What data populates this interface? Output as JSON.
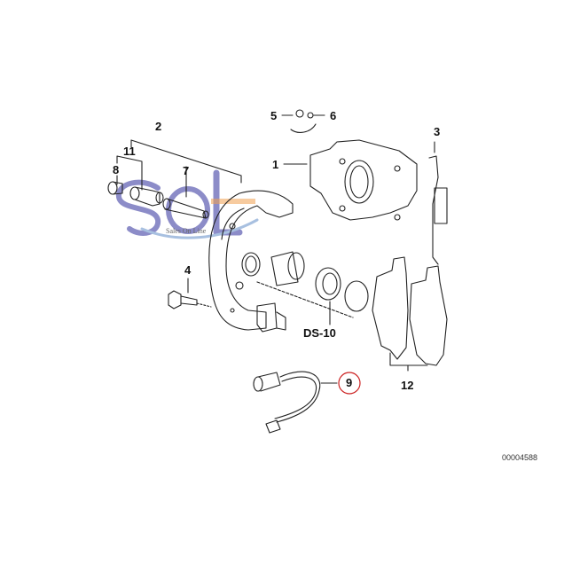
{
  "diagram": {
    "type": "exploded-parts-diagram",
    "subject": "brake caliper assembly",
    "reference_number": "00004588",
    "watermark": {
      "logo": "SOL",
      "tagline": "Sales On Line",
      "colors": {
        "letters": "#8c8cc8",
        "accent": "#f0a050",
        "arc": "#a8c0e0"
      }
    },
    "callouts": [
      {
        "id": "1",
        "text": "1",
        "part": "caliper housing"
      },
      {
        "id": "2",
        "text": "2",
        "part": "guide bolt kit"
      },
      {
        "id": "3",
        "text": "3",
        "part": "anti-rattle spring"
      },
      {
        "id": "4",
        "text": "4",
        "part": "bolt"
      },
      {
        "id": "5",
        "text": "5",
        "part": "bleeder screw"
      },
      {
        "id": "6",
        "text": "6",
        "part": "dust cap"
      },
      {
        "id": "7",
        "text": "7",
        "part": "guide pin"
      },
      {
        "id": "8",
        "text": "8",
        "part": "protective cap"
      },
      {
        "id": "9",
        "text": "9",
        "part": "brake wear sensor",
        "highlighted": true,
        "highlight_color": "#cc2222"
      },
      {
        "id": "11",
        "text": "11",
        "part": "guide sleeve"
      },
      {
        "id": "12",
        "text": "12",
        "part": "brake pads"
      },
      {
        "id": "DS-10",
        "text": "DS-10",
        "part": "caliper repair kit / piston seal"
      }
    ]
  }
}
